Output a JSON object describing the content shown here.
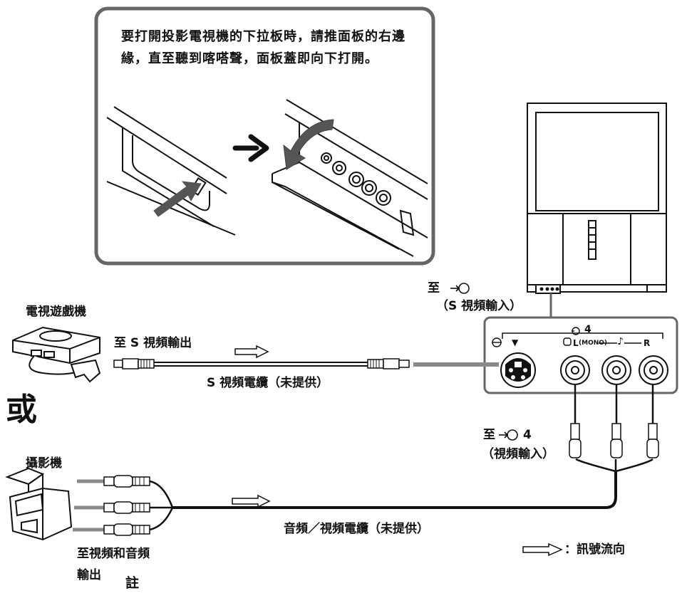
{
  "callout": {
    "text": "要打開投影電視機的下拉板時，請推面板的右邊緣，直至聽到喀嗒聲，面板蓋即向下打開。"
  },
  "labels": {
    "game_console": "電視遊戲機",
    "to_s_video_out": "至 S 視頻輸出",
    "s_video_cable": "S 視頻電纜（未提供）",
    "or_word": "或",
    "camcorder": "攝影機",
    "to_av_out_line1": "至視頻和音頻",
    "to_av_out_line2": "輸出",
    "note": "註",
    "av_cable": "音頻／視頻電纜（未提供）",
    "to_s_in_prefix": "至",
    "s_in_desc": "（S 視頻輸入）",
    "to_video4_prefix": "至",
    "video4_number": "4",
    "video4_desc": "（視頻輸入）",
    "signal_flow_legend": "：訊號流向"
  },
  "panel": {
    "input_number": "4",
    "audio_left": "L",
    "mono": "(MONO)",
    "audio_right": "R",
    "down_marker": "▼"
  },
  "colors": {
    "line": "#111111",
    "frame": "#666666",
    "plug_gray": "#8a8a8a"
  }
}
